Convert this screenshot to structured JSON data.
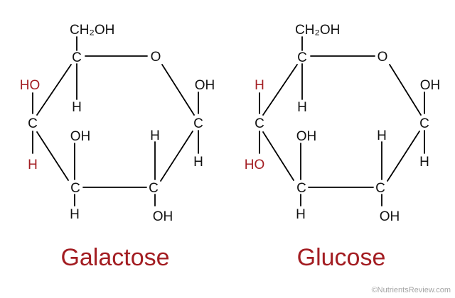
{
  "molecules": [
    {
      "name": "Galactose",
      "top_group": "CH₂OH",
      "ring_oxygen": "O",
      "c1_top": "OH",
      "c1_bottom": "H",
      "c2_top": "H",
      "c2_bottom": "OH",
      "c3_top": "OH",
      "c3_bottom": "H",
      "c4_top": "HO",
      "c4_bottom": "H",
      "c5_bottom": "H",
      "carbon": "C"
    },
    {
      "name": "Glucose",
      "top_group": "CH₂OH",
      "ring_oxygen": "O",
      "c1_top": "OH",
      "c1_bottom": "H",
      "c2_top": "H",
      "c2_bottom": "OH",
      "c3_top": "OH",
      "c3_bottom": "H",
      "c4_top": "H",
      "c4_bottom": "HO",
      "c5_bottom": "H",
      "carbon": "C"
    }
  ],
  "colors": {
    "highlight": "#a31d22",
    "atom": "#111111"
  },
  "credit": "©NutrientsReview.com"
}
